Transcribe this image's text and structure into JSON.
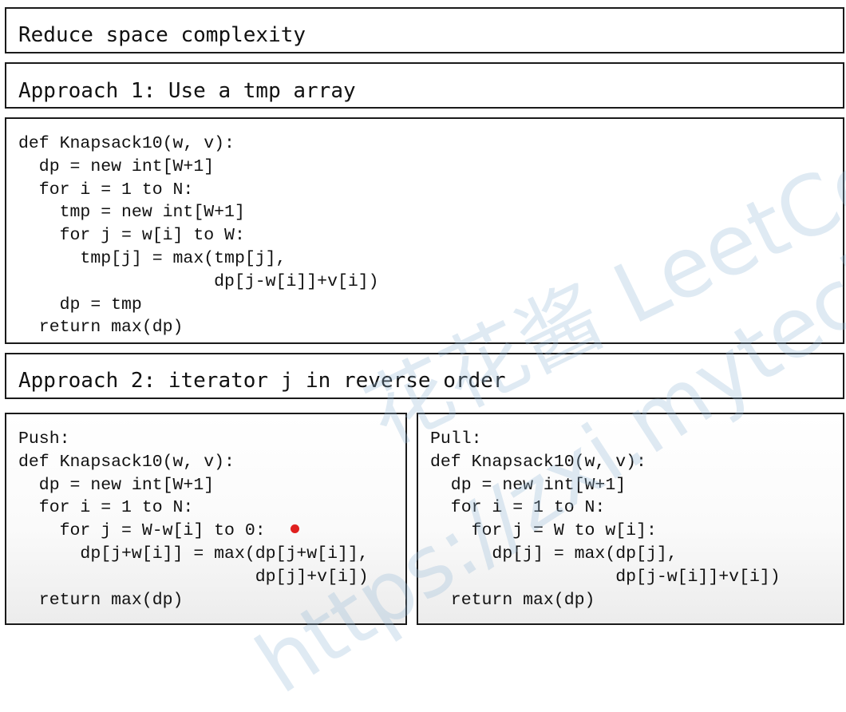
{
  "title": "Reduce space complexity",
  "approach1": {
    "heading": "Approach 1: Use a tmp array",
    "code": [
      "def Knapsack10(w, v):",
      "  dp = new int[W+1]",
      "  for i = 1 to N:",
      "    tmp = new int[W+1]",
      "    for j = w[i] to W:",
      "      tmp[j] = max(tmp[j],",
      "                   dp[j-w[i]]+v[i])",
      "    dp = tmp",
      "  return max(dp)"
    ]
  },
  "approach2": {
    "heading": "Approach 2: iterator j in reverse order",
    "push": {
      "code": [
        "Push:",
        "def Knapsack10(w, v):",
        "  dp = new int[W+1]",
        "  for i = 1 to N:",
        "    for j = W-w[i] to 0:",
        "      dp[j+w[i]] = max(dp[j+w[i]],",
        "                       dp[j]+v[i])",
        "  return max(dp)"
      ]
    },
    "pull": {
      "code": [
        "Pull:",
        "def Knapsack10(w, v):",
        "  dp = new int[W+1]",
        "  for i = 1 to N:",
        "    for j = W to w[i]:",
        "      dp[j] = max(dp[j],",
        "                  dp[j-w[i]]+v[i])",
        "  return max(dp)"
      ]
    }
  },
  "watermark": {
    "line1": "花花酱 LeetCode",
    "line2": "https://zxi.mytechroad"
  },
  "colors": {
    "border": "#1a1a1a",
    "text": "#111111",
    "dot": "#e0201f",
    "watermark": "#96b9d7"
  }
}
